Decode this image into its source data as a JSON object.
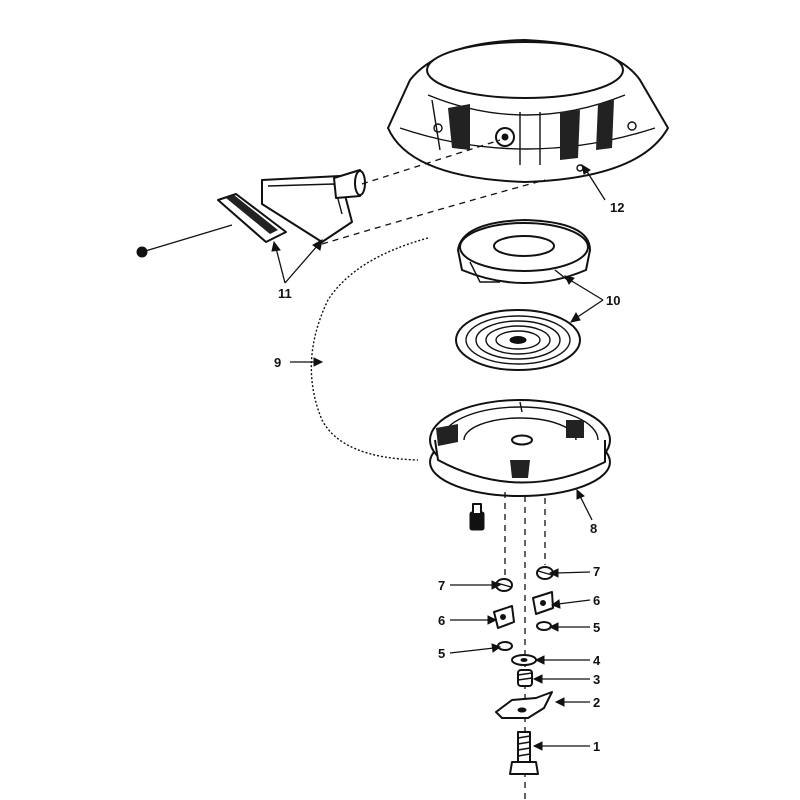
{
  "callouts": [
    {
      "id": "c1",
      "text": "1"
    },
    {
      "id": "c2",
      "text": "2"
    },
    {
      "id": "c3",
      "text": "3"
    },
    {
      "id": "c4",
      "text": "4"
    },
    {
      "id": "c5a",
      "text": "5"
    },
    {
      "id": "c5b",
      "text": "5"
    },
    {
      "id": "c6a",
      "text": "6"
    },
    {
      "id": "c6b",
      "text": "6"
    },
    {
      "id": "c7a",
      "text": "7"
    },
    {
      "id": "c7b",
      "text": "7"
    },
    {
      "id": "c8",
      "text": "8"
    },
    {
      "id": "c9",
      "text": "9"
    },
    {
      "id": "c10",
      "text": "10"
    },
    {
      "id": "c11",
      "text": "11"
    },
    {
      "id": "c12",
      "text": "12"
    }
  ]
}
